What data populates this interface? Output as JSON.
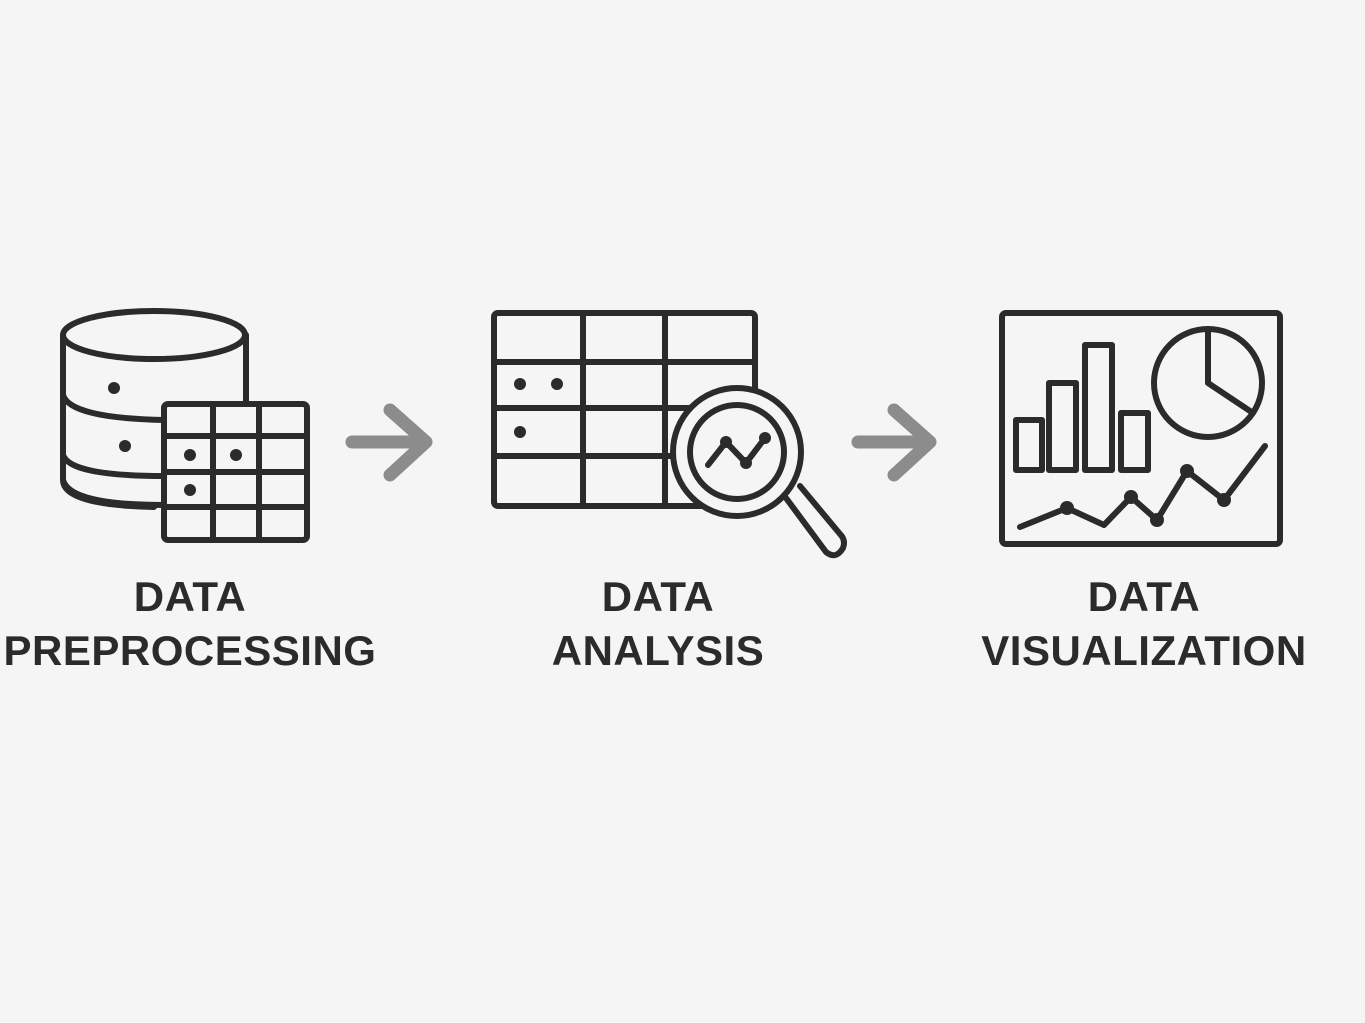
{
  "steps": [
    {
      "line1": "DATA",
      "line2": "PREPROCESSING",
      "icon": "database-table-icon"
    },
    {
      "line1": "DATA",
      "line2": "ANALYSIS",
      "icon": "table-magnifier-icon"
    },
    {
      "line1": "DATA",
      "line2": "VISUALIZATION",
      "icon": "dashboard-chart-icon"
    }
  ],
  "colors": {
    "ink": "#2b2b2b",
    "arrow": "#8c8c8c",
    "background": "#f5f5f5"
  }
}
